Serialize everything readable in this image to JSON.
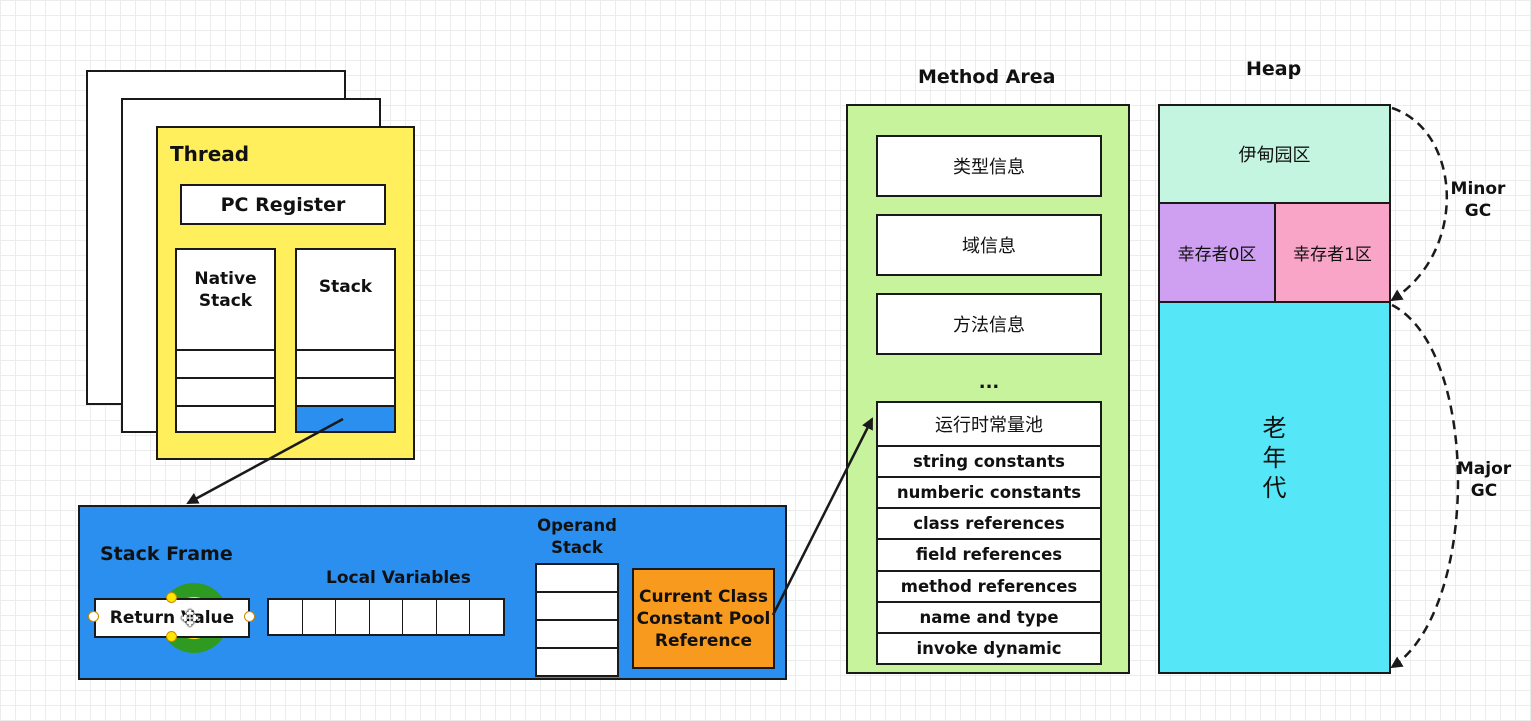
{
  "thread": {
    "title": "Thread",
    "pc_register": "PC Register",
    "native_stack": "Native\nStack",
    "stack": "Stack"
  },
  "stack_frame": {
    "title": "Stack Frame",
    "return_value": "Return Value",
    "local_variables": "Local Variables",
    "operand_stack": "Operand\nStack",
    "constant_pool_ref": "Current Class\nConstant Pool\nReference"
  },
  "method_area": {
    "title": "Method Area",
    "items": [
      "类型信息",
      "域信息",
      "方法信息"
    ],
    "ellipsis": "...",
    "pool_title": "运行时常量池",
    "pool_rows": [
      "string constants",
      "numberic constants",
      "class references",
      "field references",
      "method references",
      "name and type",
      "invoke dynamic"
    ]
  },
  "heap": {
    "title": "Heap",
    "eden": "伊甸园区",
    "survivor0": "幸存者0区",
    "survivor1": "幸存者1区",
    "old_gen": "老\n年\n代",
    "minor_gc": "Minor\nGC",
    "major_gc": "Major\nGC"
  },
  "colors": {
    "thread_fill": "#ffef5c",
    "stack_frame_fill": "#2b8ff0",
    "constant_pool_ref_fill": "#f79a1e",
    "method_area_fill": "#c6f39c",
    "eden_fill": "#c3f5e0",
    "survivor0_fill": "#cf9ff2",
    "survivor1_fill": "#f8a5c8",
    "old_gen_fill": "#55e6f7"
  }
}
